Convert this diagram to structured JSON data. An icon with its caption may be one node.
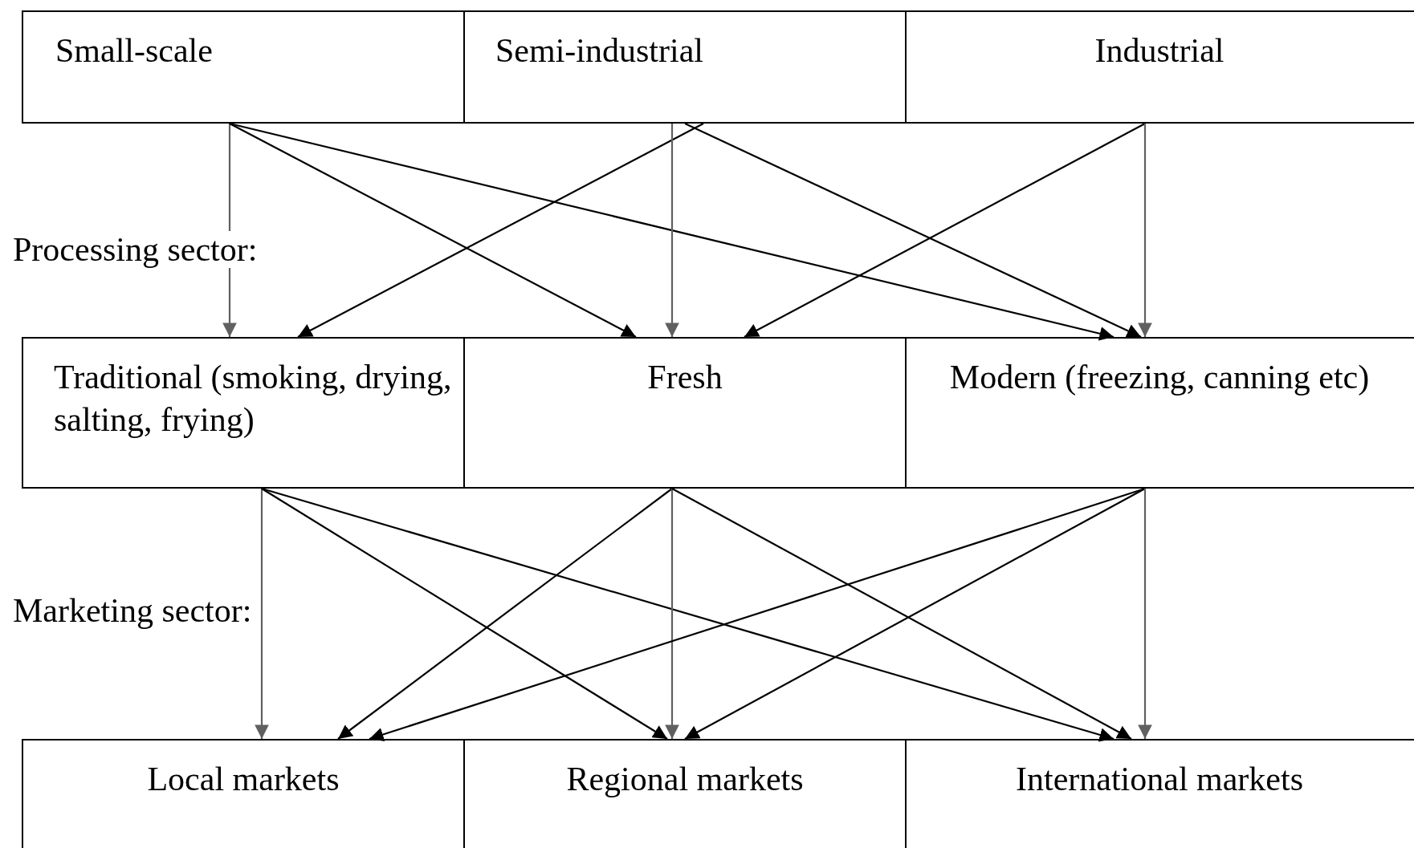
{
  "diagram": {
    "nodes": [
      {
        "text": [
          "Small-scale"
        ]
      },
      {
        "text": [
          "Semi-industrial"
        ]
      },
      {
        "text": [
          "Industrial"
        ]
      },
      {
        "text": [
          "Traditional (smoking, drying, salting, frying)"
        ]
      },
      {
        "text": [
          "Fresh"
        ]
      },
      {
        "text": [
          "Modern (freezing, canning etc)"
        ]
      },
      {
        "text": [
          "Local markets"
        ]
      },
      {
        "text": [
          "Regional markets"
        ]
      },
      {
        "text": [
          "International markets"
        ]
      }
    ],
    "edges": [
      {
        "from": 0,
        "to": 3,
        "arrow": "to",
        "color": "#606060"
      },
      {
        "from": 0,
        "to": 4,
        "arrow": "to"
      },
      {
        "from": 0,
        "to": 5,
        "arrow": "to"
      },
      {
        "from": 1,
        "to": 3,
        "arrow": "to"
      },
      {
        "from": 1,
        "to": 4,
        "arrow": "to",
        "color": "#606060"
      },
      {
        "from": 1,
        "to": 5,
        "arrow": "to"
      },
      {
        "from": 2,
        "to": 4,
        "arrow": "to"
      },
      {
        "from": 2,
        "to": 5,
        "arrow": "to",
        "color": "#606060"
      },
      {
        "from": 3,
        "to": 6,
        "arrow": "to",
        "color": "#606060"
      },
      {
        "from": 3,
        "to": 7,
        "arrow": "to"
      },
      {
        "from": 3,
        "to": 8,
        "arrow": "to"
      },
      {
        "from": 4,
        "to": 6,
        "arrow": "to"
      },
      {
        "from": 4,
        "to": 7,
        "arrow": "to",
        "color": "#606060"
      },
      {
        "from": 4,
        "to": 8,
        "arrow": "to"
      },
      {
        "from": 5,
        "to": 6,
        "arrow": "to"
      },
      {
        "from": 5,
        "to": 7,
        "arrow": "to"
      },
      {
        "from": 5,
        "to": 8,
        "arrow": "to",
        "color": "#606060"
      }
    ],
    "labels": [
      "Processing sector:",
      "Marketing sector:"
    ]
  }
}
